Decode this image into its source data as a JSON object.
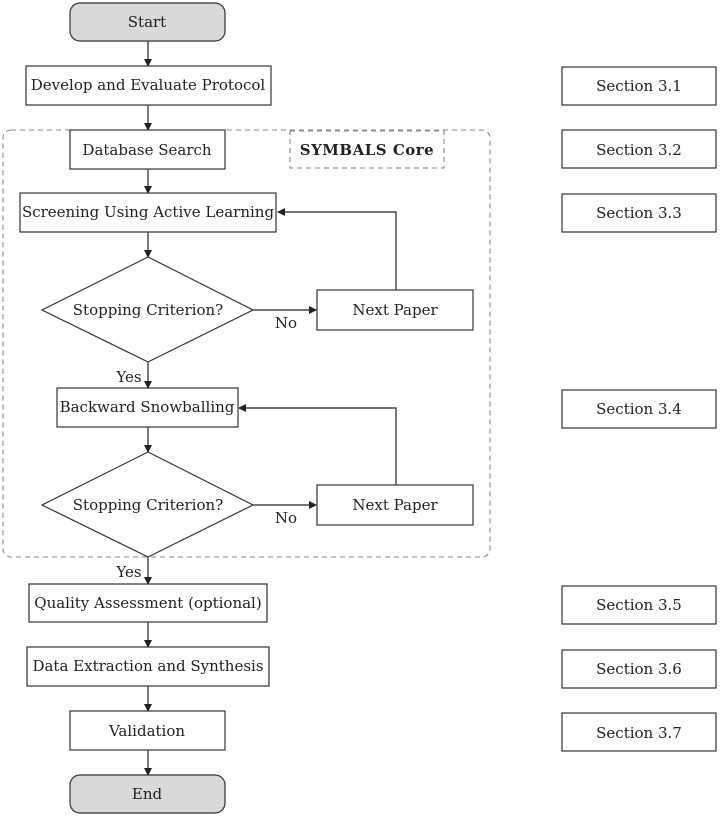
{
  "nodes": {
    "start": "Start",
    "protocol": "Develop and Evaluate Protocol",
    "search": "Database Search",
    "screening": "Screening Using Active Learning",
    "stop1": "Stopping Criterion?",
    "next1": "Next Paper",
    "snowball": "Backward Snowballing",
    "stop2": "Stopping Criterion?",
    "next2": "Next Paper",
    "quality": "Quality Assessment (optional)",
    "extraction": "Data Extraction and Synthesis",
    "validation": "Validation",
    "end": "End"
  },
  "core_label": "SYMBALS Core",
  "edge_labels": {
    "no1": "No",
    "yes1": "Yes",
    "no2": "No",
    "yes2": "Yes"
  },
  "sections": {
    "s31": "Section 3.1",
    "s32": "Section 3.2",
    "s33": "Section 3.3",
    "s34": "Section 3.4",
    "s35": "Section 3.5",
    "s36": "Section 3.6",
    "s37": "Section 3.7"
  }
}
